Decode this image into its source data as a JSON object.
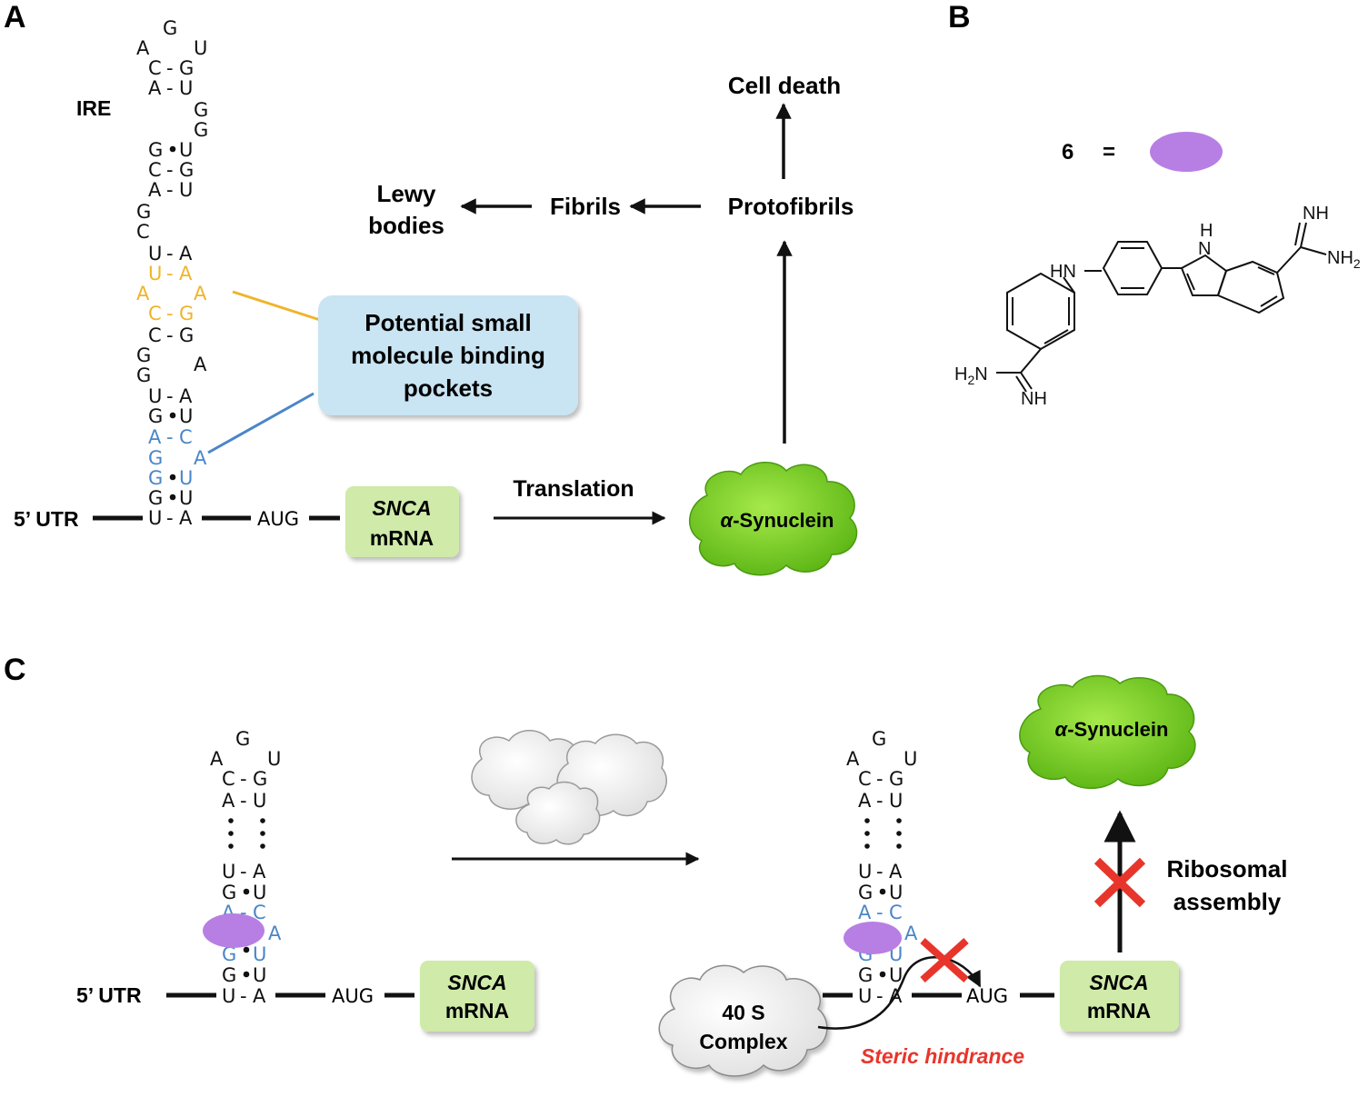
{
  "panels": {
    "a": "A",
    "b": "B",
    "c": "C"
  },
  "colors": {
    "black": "#111111",
    "yellow": "#f0b429",
    "blue": "#4a86c8",
    "pocket_box": "#c9e4f2",
    "mrna_box": "#cfeaa9",
    "synuclein": "#7dd320",
    "ligand": "#b77fe3",
    "red": "#e8352b",
    "cloud": "#f4f4f4"
  },
  "panel_a": {
    "ire_label": "IRE",
    "utr_label": "5’ UTR",
    "aug": "AUG",
    "mrna_gene": "SNCA",
    "mrna_word": "mRNA",
    "translation": "Translation",
    "synuclein_prefix": "α",
    "synuclein_word": "-Synuclein",
    "protofibrils": "Protofibrils",
    "fibrils": "Fibrils",
    "lewy_line1": "Lewy",
    "lewy_line2": "bodies",
    "cell_death": "Cell death",
    "pocket_line1": "Potential small",
    "pocket_line2": "molecule binding",
    "pocket_line3": "pockets"
  },
  "panel_b": {
    "compound": "6",
    "equals": "=",
    "labels": {
      "nh_top": "NH",
      "nh_ring": "N",
      "h_ring": "H",
      "nh2_right": "NH",
      "hn": "HN",
      "h2n": "H",
      "h2n_sub": "2",
      "h2n_n": "N",
      "nh_bottom": "NH",
      "nh2_sub": "2"
    }
  },
  "panel_c": {
    "utr_label": "5’ UTR",
    "aug": "AUG",
    "mrna_gene": "SNCA",
    "mrna_word": "mRNA",
    "complex_line1": "40 S",
    "complex_line2": "Complex",
    "steric": "Steric hindrance",
    "synuclein_prefix": "α",
    "synuclein_word": "-Synuclein",
    "ribosomal_line1": "Ribosomal",
    "ribosomal_line2": "assembly"
  }
}
